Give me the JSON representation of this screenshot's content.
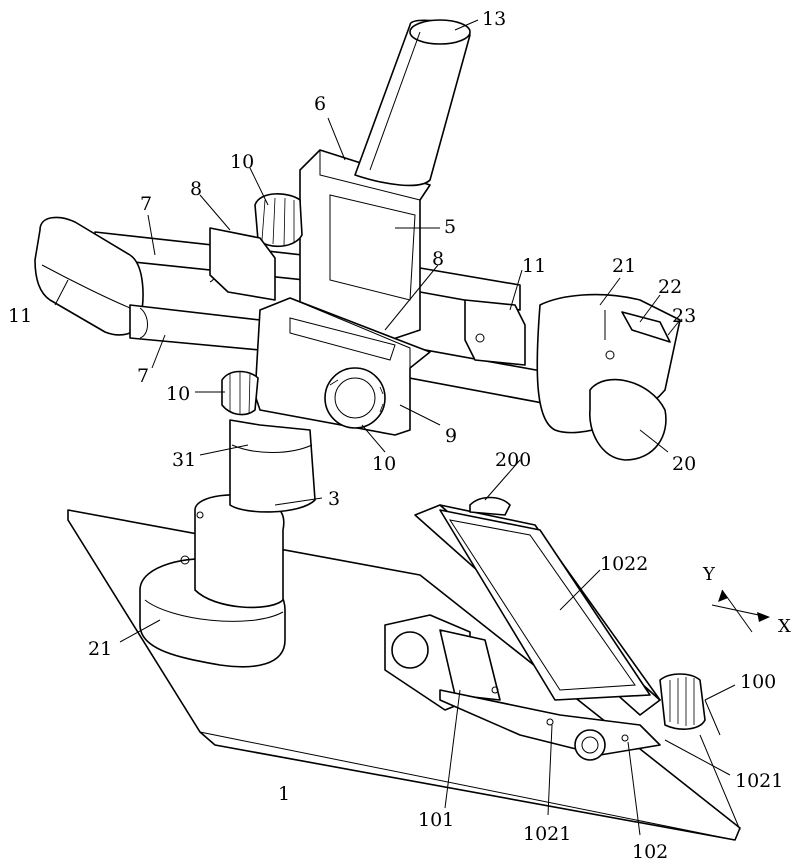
{
  "labels": {
    "l13": "13",
    "l6": "6",
    "l10a": "10",
    "l5": "5",
    "l8a": "8",
    "l7a": "7",
    "l11a": "11",
    "l8b": "8",
    "l11b": "11",
    "l21a": "21",
    "l22": "22",
    "l23": "23",
    "l7b": "7",
    "l10b": "10",
    "l9": "9",
    "l31": "31",
    "l10c": "10",
    "l20": "20",
    "l200": "200",
    "l3": "3",
    "l1022": "1022",
    "l21b": "21",
    "l100": "100",
    "l1021a": "1021",
    "l1": "1",
    "l101": "101",
    "l1021b": "1021",
    "l102": "102"
  },
  "axes": {
    "y": "Y",
    "x": "X"
  }
}
